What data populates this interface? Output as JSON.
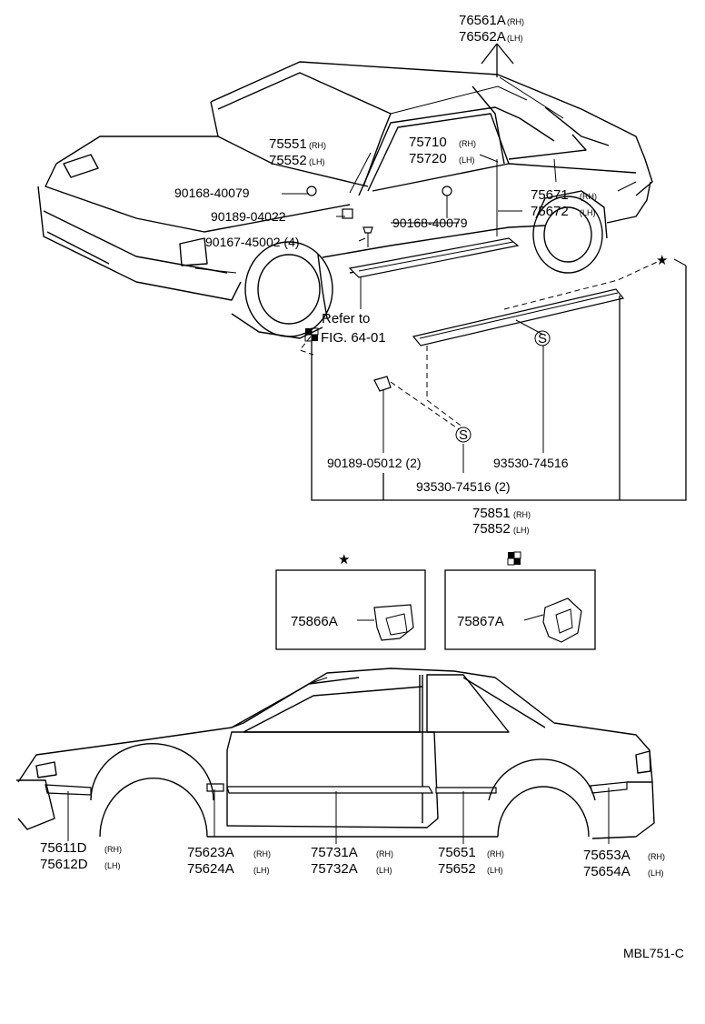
{
  "diagram": {
    "code": "MBL751-C",
    "callouts": {
      "roof_drip_rh": "76561A",
      "roof_drip_lh": "76562A",
      "belt_rh": "75551",
      "belt_lh": "75552",
      "window_frame_rh": "75710",
      "window_frame_lh": "75720",
      "quarter_rh": "75671",
      "quarter_lh": "75672",
      "clip_a": "90168-40079",
      "clip_b": "90189-04022",
      "screw_a": "90167-45002 (4)",
      "clip_c": "90168-40079",
      "refer_line1": "Refer to",
      "refer_line2": "FIG. 64-01",
      "clip_d": "90189-05012 (2)",
      "screw_b": "93530-74516",
      "screw_c": "93530-74516 (2)",
      "rocker_rh": "75851",
      "rocker_lh": "75852",
      "detail_star": "75866A",
      "detail_check": "75867A",
      "front_fender_rh": "75611D",
      "front_fender_lh": "75612D",
      "front_door_front_rh": "75623A",
      "front_door_front_lh": "75624A",
      "door_rh": "75731A",
      "door_lh": "75732A",
      "rear_rh": "75651",
      "rear_lh": "75652",
      "rear_quarter_rh": "75653A",
      "rear_quarter_lh": "75654A"
    },
    "suffix": {
      "rh": "(RH)",
      "lh": "(LH)"
    },
    "symbols": {
      "star": "★",
      "screw_mark": "S"
    }
  }
}
